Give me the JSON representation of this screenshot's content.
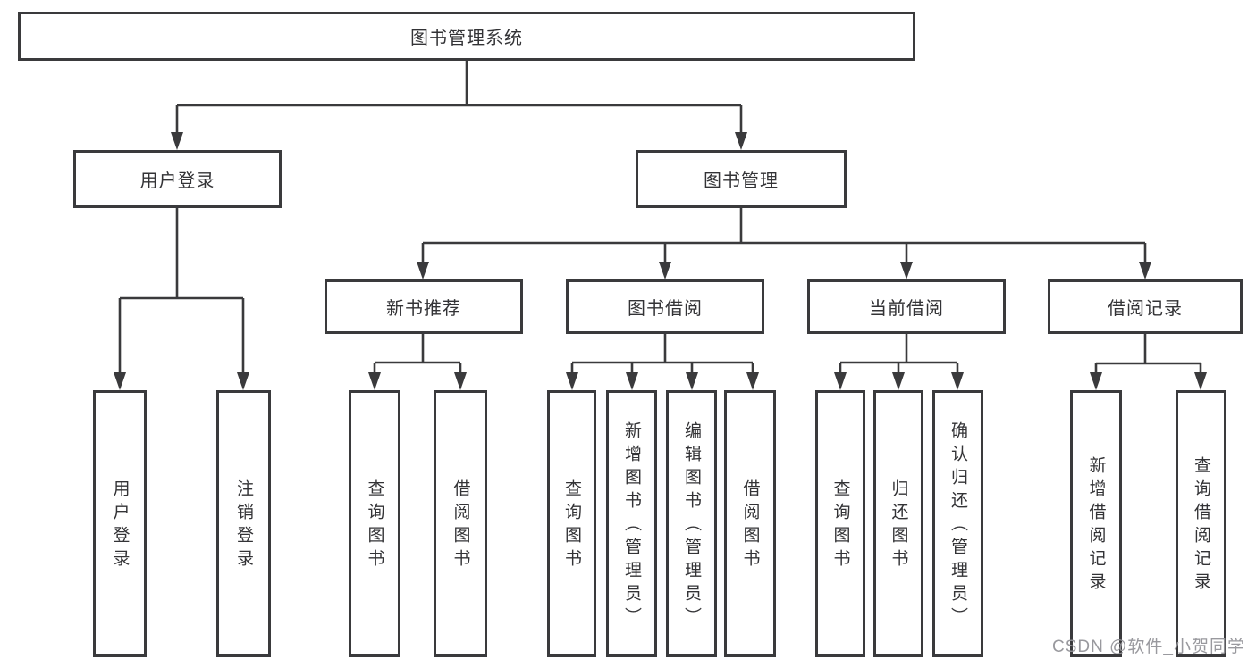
{
  "tree": {
    "label": "图书管理系统",
    "children": [
      {
        "label": "用户登录",
        "children": [
          {
            "label": "用户登录"
          },
          {
            "label": "注销登录"
          }
        ]
      },
      {
        "label": "图书管理",
        "children": [
          {
            "label": "新书推荐",
            "children": [
              {
                "label": "查询图书"
              },
              {
                "label": "借阅图书"
              }
            ]
          },
          {
            "label": "图书借阅",
            "children": [
              {
                "label": "查询图书"
              },
              {
                "label": "新增图书（管理员）"
              },
              {
                "label": "编辑图书（管理员）"
              },
              {
                "label": "借阅图书"
              }
            ]
          },
          {
            "label": "当前借阅",
            "children": [
              {
                "label": "查询图书"
              },
              {
                "label": "归还图书"
              },
              {
                "label": "确认归还（管理员）"
              }
            ]
          },
          {
            "label": "借阅记录",
            "children": [
              {
                "label": "新增借阅记录"
              },
              {
                "label": "查询借阅记录"
              }
            ]
          }
        ]
      }
    ]
  },
  "watermark": "CSDN @软件_小贺同学",
  "colors": {
    "line": "#3a3a3c",
    "text": "#333336",
    "watermark": "#94949a",
    "background": "#ffffff"
  }
}
